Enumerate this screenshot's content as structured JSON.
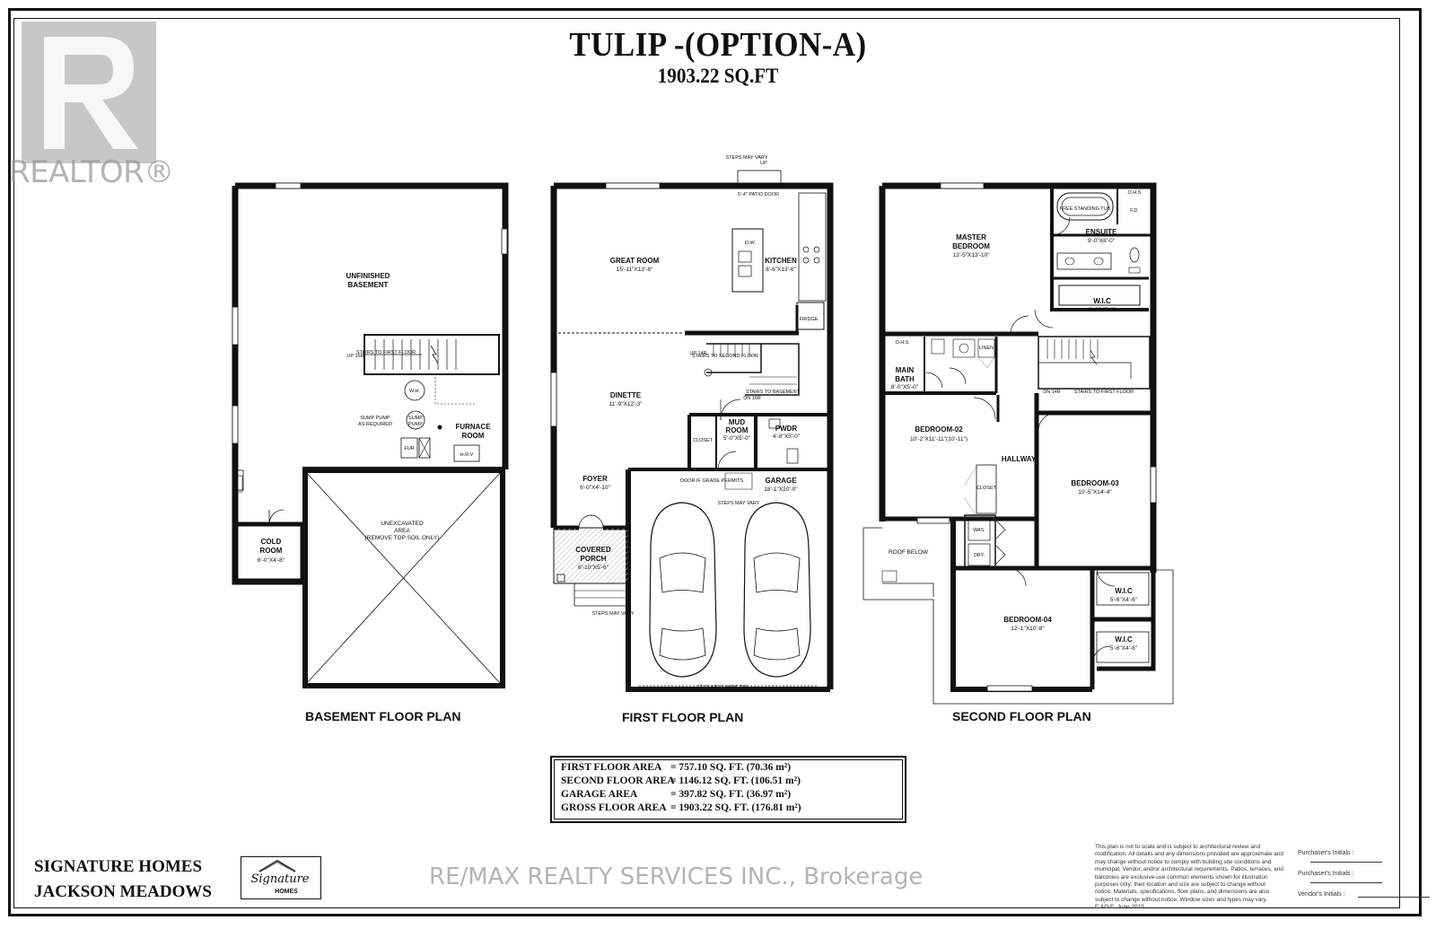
{
  "title": "TULIP -(OPTION-A)",
  "subtitle": "1903.22 SQ.FT",
  "watermark": {
    "text": "REALTOR®",
    "brokerage": "RE/MAX REALTY SERVICES INC., Brokerage"
  },
  "captions": {
    "basement": "BASEMENT FLOOR PLAN",
    "first": "FIRST FLOOR PLAN",
    "second": "SECOND FLOOR PLAN"
  },
  "area_table": [
    {
      "label": "FIRST FLOOR AREA",
      "value": "= 757.10 SQ. FT.  (70.36 m²)"
    },
    {
      "label": "SECOND FLOOR AREA",
      "value": "= 1146.12  SQ. FT.  (106.51 m²)"
    },
    {
      "label": "GARAGE AREA",
      "value": "= 397.82 SQ. FT.  (36.97 m²)"
    },
    {
      "label": "GROSS FLOOR AREA",
      "value": "= 1903.22 SQ. FT.  (176.81 m²)"
    }
  ],
  "brand": {
    "line1": "SIGNATURE HOMES",
    "line2": "JACKSON MEADOWS",
    "logo_line1": "Signature",
    "logo_line2": "HOMES"
  },
  "disclaimer": "This plan is not to scale and is subject to architectural review and modification. All details and any dimensions provided are approximate and may change without notice to comply with building site conditions and municipal, Vendor, and/or architectural requirements. Patios, terraces, and balconies are exclusive-use common elements shown for illustration purposes only; their location and size are subject to change without notice. Materials, specifications, floor plans, and dimensions are also subject to change without notice. Window sizes and types may vary. E.&O.E. June 2019.",
  "initials": [
    "Purchaser's Initials :",
    "Purchaser's Initials :",
    "Vendor's Initials :"
  ],
  "basement": {
    "unfinished_1": "UNFINISHED",
    "unfinished_2": "BASEMENT",
    "unexcavated_1": "UNEXCAVATED",
    "unexcavated_2": "AREA",
    "unexcavated_3": "(REMOVE TOP SOIL ONLY)",
    "furnace_1": "FURNACE",
    "furnace_2": "ROOM",
    "cold_1": "COLD",
    "cold_2": "ROOM",
    "cold_dim": "6'-0\"X4'-8\"",
    "wh": "W.H.",
    "hrv": "H.R.V",
    "fur": "FUR",
    "sump_1": "SUMP PUMP",
    "sump_2": "AS REQUIRED",
    "sump_3": "SUMP",
    "sump_4": "PUMP",
    "stairs": "STAIRS TO FIRST FLOOR",
    "up": "UP 16R"
  },
  "first": {
    "great_room": "GREAT ROOM",
    "great_dim": "15'-11\"X13'-6\"",
    "kitchen": "KITCHEN",
    "kitchen_dim": "8'-6\"X13'-6\"",
    "patio": "5'-4\" PATIO DOOR",
    "steps_top": "STEPS MAY VARY",
    "up": "UP",
    "fridge": "FRIDGE",
    "dw": "D.W.",
    "dinette": "DINETTE",
    "dinette_dim": "11'-9\"X12'-3\"",
    "mud": "MUD",
    "mud_2": "ROOM",
    "mud_dim": "5'-0\"X5'-0\"",
    "pwdr": "PWDR",
    "pwdr_dim": "4'-8\"X5'-0\"",
    "closet": "CLOSET",
    "foyer": "FOYER",
    "foyer_dim": "6'-0\"X4'-10\"",
    "garage": "GARAGE",
    "garage_dim": "18'-1\"X20'-0\"",
    "porch_1": "COVERED",
    "porch_2": "PORCH",
    "porch_dim": "6'-10\"X5'-6\"",
    "garage_door": "17'-0\" X8'-0\" WIDE R/S",
    "door_grade": "DOOR IF GRADE PERMITS",
    "steps_vary": "STEPS MAY VARY",
    "stairs_second": "STAIRS TO SECOND FLOOR",
    "stairs_base": "STAIRS TO BASEMENT",
    "up14": "UP 14R",
    "dn16": "DN 16R"
  },
  "second": {
    "master": "MASTER",
    "master_2": "BEDROOM",
    "master_dim": "13'-5\"X13'-10\"",
    "ensuite": "ENSUITE",
    "ensuite_dim": "9'-0\"X8'-0\"",
    "tub": "FREE STANDING TUB",
    "ohs": "O.H.S",
    "fd": "F.D.",
    "wic1": "W.I.C",
    "wic1_dim": "9'-0\"X5'-6\"",
    "main_bath": "MAIN",
    "main_bath_2": "BATH",
    "main_bath_dim": "8'-0\"X5'-0\"",
    "linen": "LINEN",
    "stairs_first": "STAIRS TO FIRST FLOOR",
    "dn14": "DN 14R",
    "bed2": "BEDROOM-02",
    "bed2_dim": "10'-2\"X11'-11\"(10'-11\")",
    "hallway": "HALLWAY",
    "bed3": "BEDROOM-03",
    "bed3_dim": "10'-5\"X14'-4\"",
    "closet": "CLOSET",
    "was": "WAS.",
    "dry": "DRY.",
    "roof": "ROOF BELOW",
    "bed4": "BEDROOM-04",
    "bed4_dim": "12'-1\"X10'-8\"",
    "wic2": "W.I.C",
    "wic2_dim": "5'-6\"X4'-6\"",
    "wic3": "W.I.C",
    "wic3_dim": "5'-6\"X4'-6\""
  }
}
